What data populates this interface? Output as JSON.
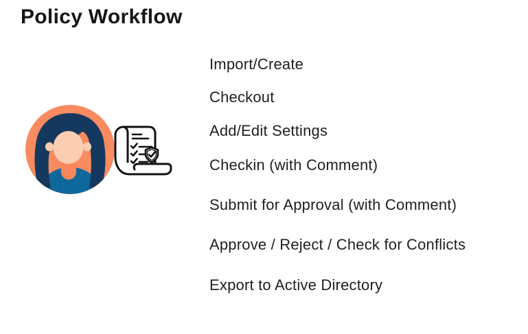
{
  "title": "Policy Workflow",
  "steps": [
    "Import/Create",
    "Checkout",
    "Add/Edit Settings",
    "Checkin (with Comment)",
    "Submit for Approval (with Comment)",
    "Approve / Reject / Check for Conflicts",
    "Export to Active Directory"
  ],
  "illustration": {
    "colors": {
      "circle_bg": "#F88B60",
      "hair": "#15395E",
      "skin": "#FBCDB2",
      "neck": "#F8865B",
      "shirt": "#0F689B",
      "outline": "#111111",
      "badge_fill": "#FFFFFF"
    }
  }
}
